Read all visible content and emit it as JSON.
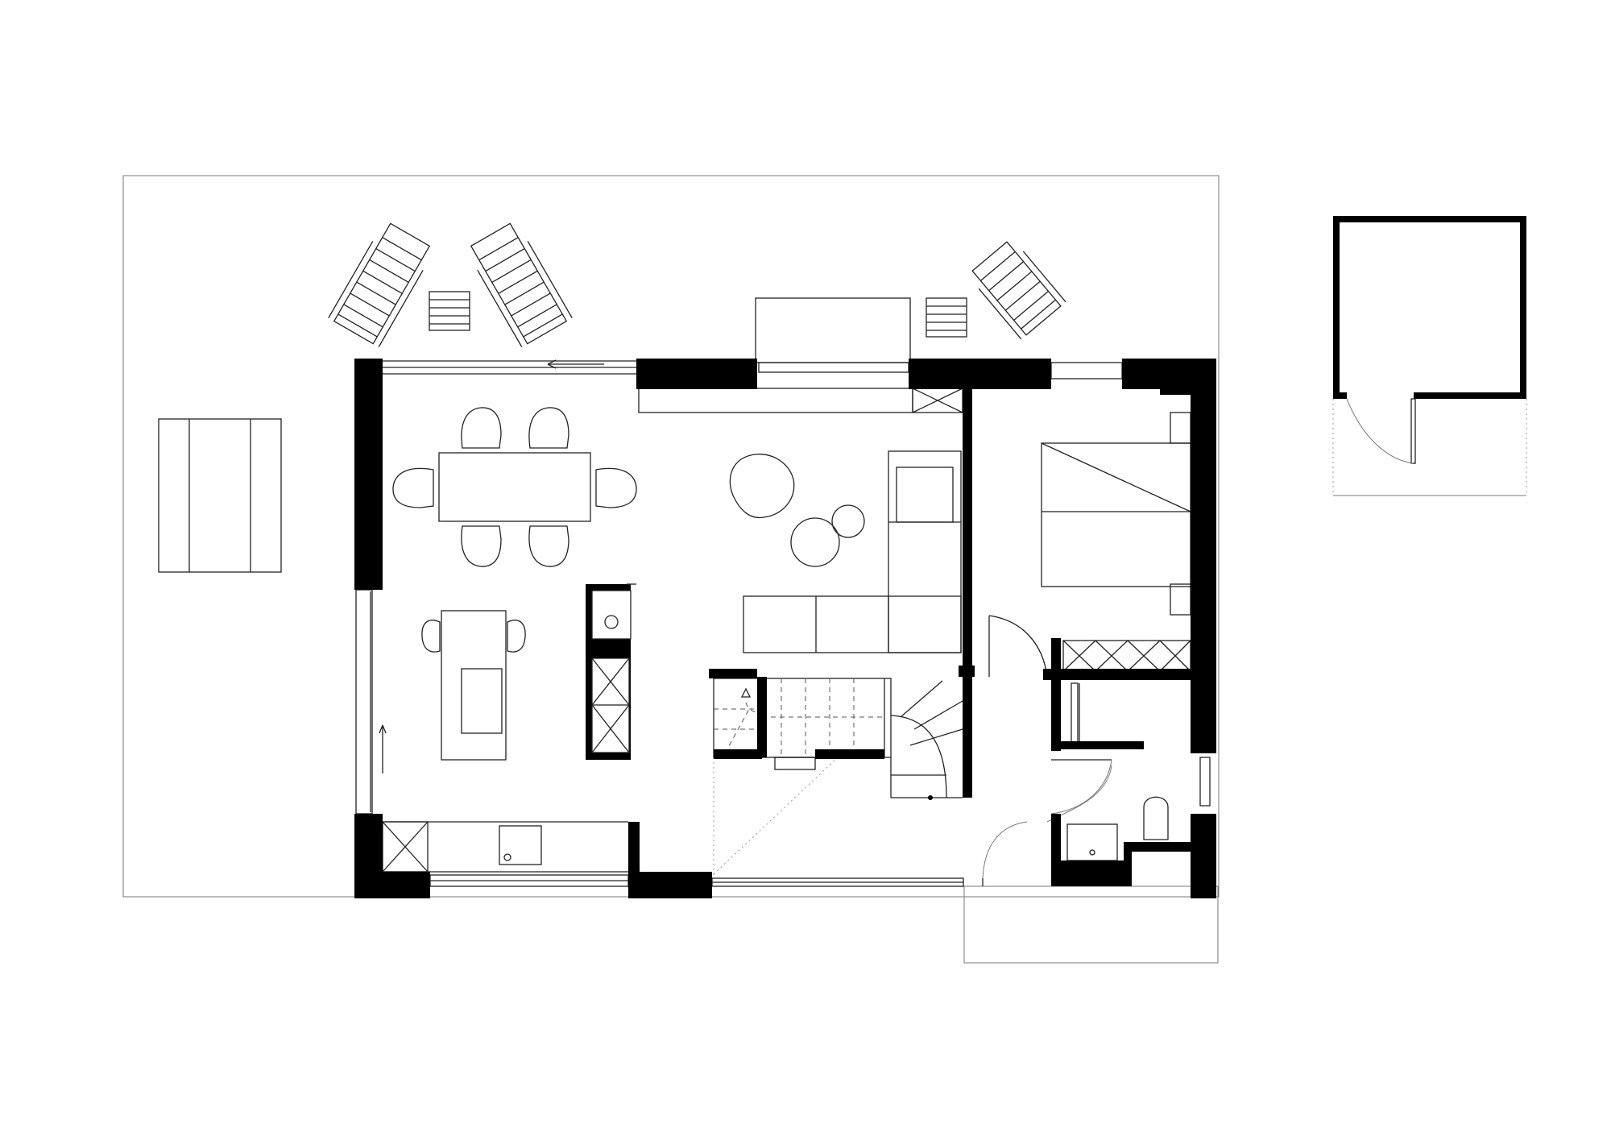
{
  "drawing": {
    "kind": "architectural floor plan",
    "style": "black and white line drawing",
    "colors": {
      "wall": "#000000",
      "line": "#222222",
      "background": "#ffffff"
    }
  },
  "elements": {
    "terrace": [
      "deck-chair",
      "side-table",
      "deck-chair",
      "planter-bench",
      "side-table",
      "deck-chair",
      "garden-bench"
    ],
    "living": [
      "dining-table",
      "dining-chair",
      "dining-chair",
      "dining-chair",
      "dining-chair",
      "dining-chair",
      "dining-chair",
      "kitchen-island",
      "bar-stool",
      "bar-stool",
      "l-shaped-sofa",
      "armchair",
      "coffee-table",
      "coffee-table",
      "fridge-column",
      "oven-column",
      "kitchen-counter",
      "staircase"
    ],
    "bedroom": [
      "double-bed",
      "nightstand",
      "nightstand",
      "wardrobe"
    ],
    "bathroom": [
      "shower",
      "toilet",
      "washbasin"
    ],
    "outbuilding": [
      "garden-shed",
      "shed-door"
    ]
  }
}
